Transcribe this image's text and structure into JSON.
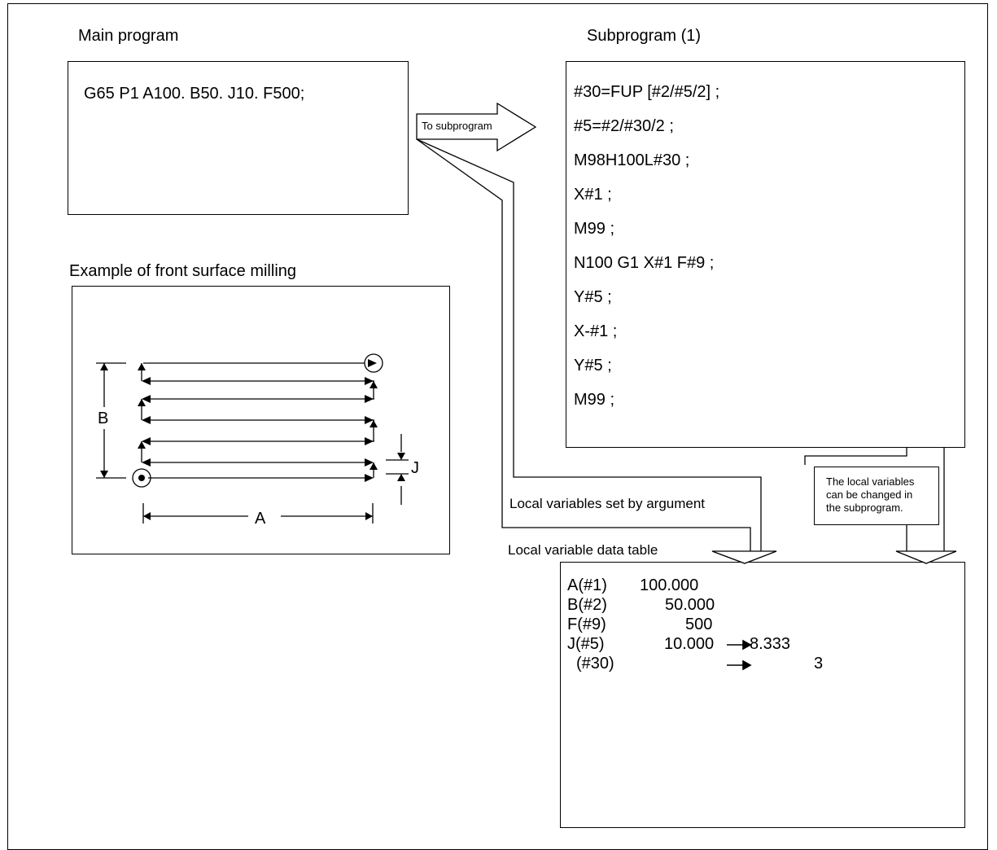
{
  "main_program": {
    "title": "Main program",
    "code": "G65 P1 A100. B50. J10. F500;"
  },
  "arrow_label": "To subprogram",
  "subprogram": {
    "title": "Subprogram (1)",
    "lines": [
      "#30=FUP [#2/#5/2]    ;",
      "#5=#2/#30/2 ;",
      "M98H100L#30 ;",
      "X#1 ;",
      "M99 ;",
      "N100 G1 X#1 F#9 ;",
      "Y#5 ;",
      "X-#1 ;",
      "Y#5 ;",
      "M99 ;"
    ]
  },
  "milling_example": {
    "title": "Example of front surface milling",
    "label_a": "A",
    "label_b": "B",
    "label_j": "J"
  },
  "notes": {
    "set_by_argument": "Local variables set by argument",
    "changeable_line1": "The local variables",
    "changeable_line2": "can be changed in",
    "changeable_line3": "the subprogram."
  },
  "data_table": {
    "title": "Local variable data table",
    "rows": [
      {
        "name": "A(#1)",
        "value": "100.000",
        "new_value": ""
      },
      {
        "name": "B(#2)",
        "value": "50.000",
        "new_value": ""
      },
      {
        "name": "F(#9)",
        "value": "500",
        "new_value": ""
      },
      {
        "name": "J(#5)",
        "value": "10.000",
        "new_value": "8.333"
      },
      {
        "name": "(#30)",
        "value": "",
        "new_value": "3"
      }
    ]
  }
}
